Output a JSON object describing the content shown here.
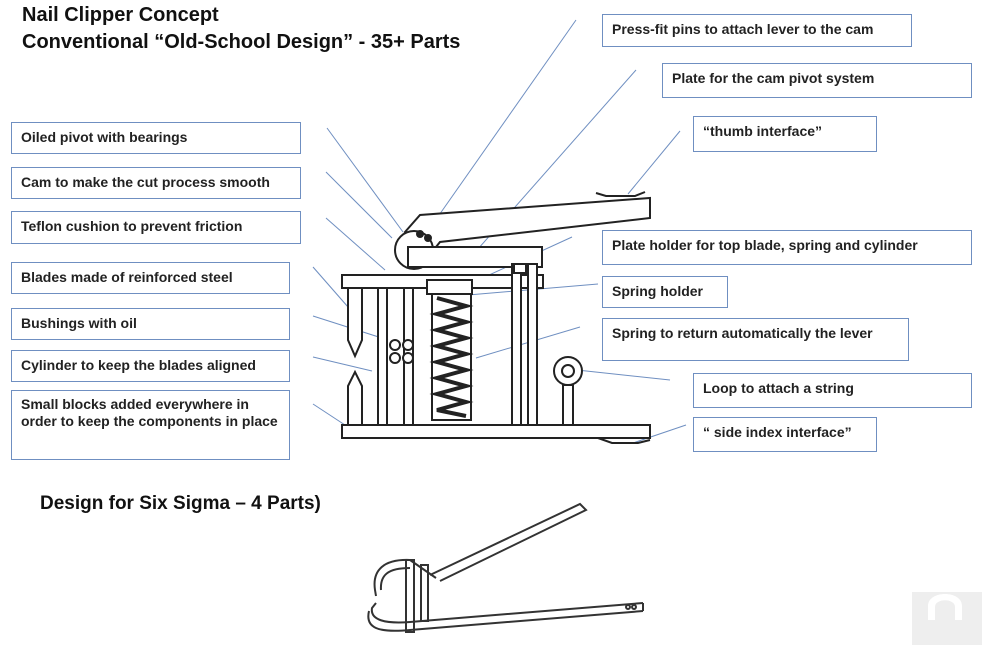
{
  "titles": {
    "line1": "Nail Clipper Concept",
    "line2": "Conventional “Old-School Design” - 35+ Parts",
    "six_sigma": "Design for Six Sigma – 4 Parts)"
  },
  "left_labels": [
    "Oiled pivot with bearings",
    "Cam to make the cut process smooth",
    "Teflon cushion to prevent friction",
    "Blades made of reinforced steel",
    "Bushings with oil",
    "Cylinder to keep the blades aligned",
    "Small blocks added everywhere in order to keep the components in place"
  ],
  "right_labels": [
    "Press-fit pins to attach lever to the cam",
    "Plate for the cam  pivot system",
    "“thumb interface”",
    "Plate holder for top blade, spring and  cylinder",
    "Spring holder",
    "Spring to return automatically  the lever",
    "Loop to attach a string",
    "“ side index interface”"
  ],
  "colors": {
    "label_border": "#6f8fc1",
    "leader_line": "#6f8fc1",
    "drawing": "#222222"
  }
}
